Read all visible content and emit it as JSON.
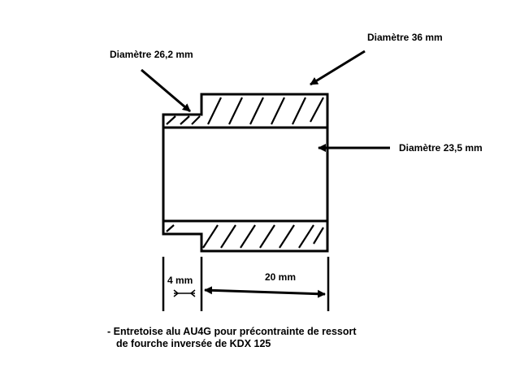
{
  "labels": {
    "diam_36": "Diamètre 36 mm",
    "diam_26_2": "Diamètre 26,2 mm",
    "diam_23_5": "Diamètre 23,5 mm",
    "len_4": "4 mm",
    "len_20": "20 mm"
  },
  "caption": {
    "line1": "- Entretoise alu AU4G pour précontrainte de ressort",
    "line2": "de fourche inversée de KDX 125"
  },
  "colors": {
    "ink": "#000000",
    "background": "#ffffff"
  }
}
